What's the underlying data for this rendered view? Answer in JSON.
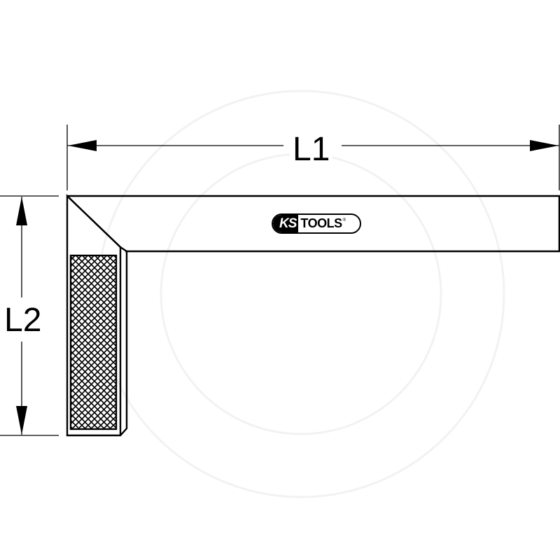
{
  "diagram": {
    "subject": "steel square",
    "brand": {
      "prefix": "KS",
      "name": "TOOLS",
      "registered_mark": "®"
    },
    "dimensions": {
      "l1": {
        "label": "L1",
        "orientation": "horizontal"
      },
      "l2": {
        "label": "L2",
        "orientation": "vertical"
      }
    },
    "colors": {
      "line": "#000000",
      "background": "#ffffff",
      "watermark": "#f2f2f2"
    }
  }
}
